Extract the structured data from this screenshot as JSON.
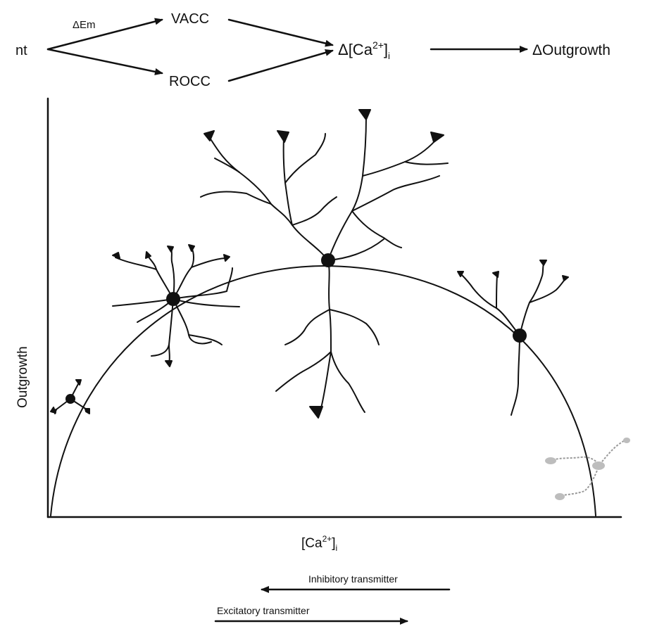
{
  "scheme": {
    "nt": "nt",
    "delta_em": "ΔEm",
    "vacc": "VACC",
    "rocc": "ROCC",
    "delta_ca_prefix": "Δ[Ca",
    "ca_sup": "2+",
    "ca_bracket": "]",
    "ca_sub": "i",
    "delta_outgrowth": "ΔOutgrowth"
  },
  "plot": {
    "ylabel": "Outgrowth",
    "xlabel_prefix": "[Ca",
    "xlabel_sup": "2+",
    "xlabel_bracket": "]",
    "xlabel_sub": "i"
  },
  "arrows": {
    "inhibitory": "Inhibitory transmitter",
    "excitatory": "Excitatory transmitter"
  }
}
